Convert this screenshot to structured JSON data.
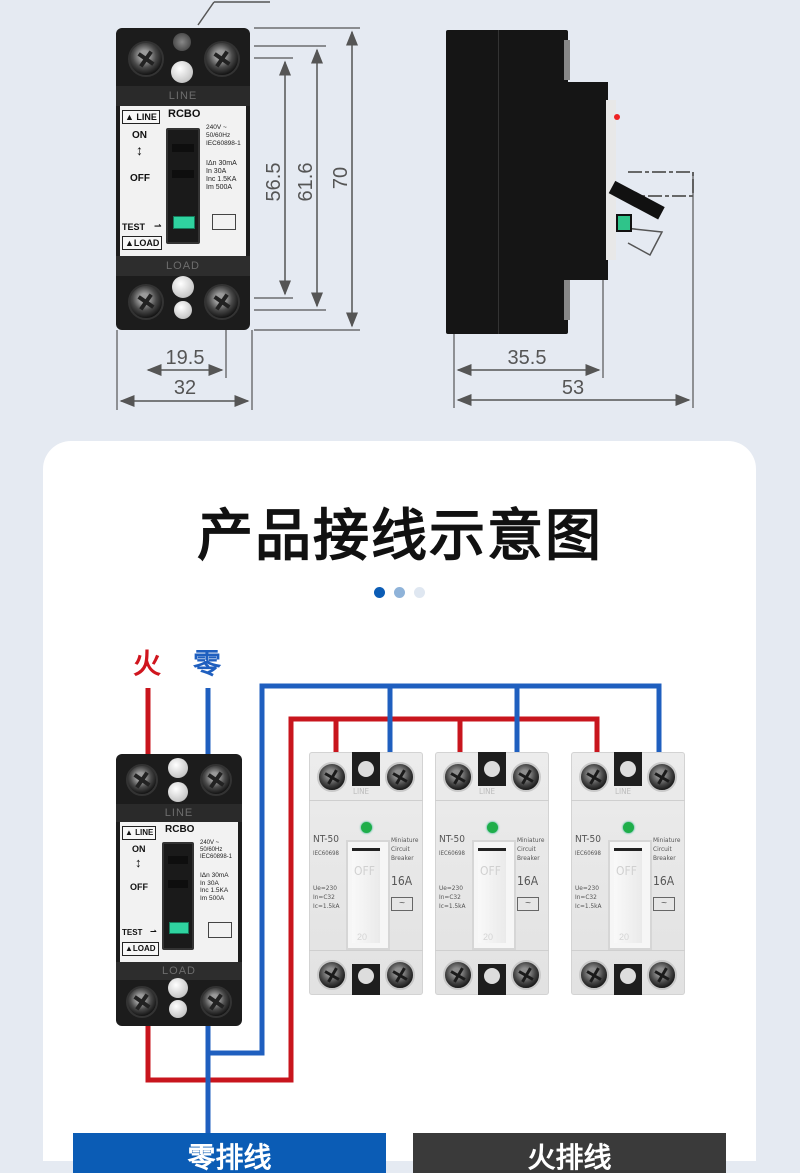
{
  "dimension_drawing": {
    "front_view": {
      "breaker_type": "RCBO",
      "top_band_label": "LINE",
      "bottom_band_label": "LOAD",
      "line_box": "▲ LINE",
      "load_box": "▲LOAD",
      "on_label": "ON",
      "off_label": "OFF",
      "test_label": "TEST",
      "spec_lines": [
        "240V ~",
        "50/60Hz",
        "IEC60898-1"
      ],
      "ratings": [
        {
          "symbol": "IΔn",
          "value": "30mA"
        },
        {
          "symbol": "In",
          "value": "30A"
        },
        {
          "symbol": "Inc",
          "value": "1.5KA"
        },
        {
          "symbol": "Im",
          "value": "500A"
        }
      ],
      "dimensions_mm": {
        "height_inner": "56.5",
        "height_mid": "61.6",
        "height_total": "70",
        "width_inner": "19.5",
        "width_total": "32"
      }
    },
    "side_view": {
      "dimensions_mm": {
        "depth_body": "35.5",
        "depth_total": "53"
      }
    }
  },
  "wiring_section": {
    "title": "产品接线示意图",
    "pagination_dots": [
      {
        "color": "#0b5cb5",
        "active": true
      },
      {
        "color": "#8fb3d9",
        "active": false
      },
      {
        "color": "#dfe7f1",
        "active": false
      }
    ],
    "live_label": "火",
    "neutral_label": "零",
    "live_color": "#d0151e",
    "neutral_color": "#1f5fbf",
    "main_breaker": {
      "type": "RCBO",
      "top_band_label": "LINE",
      "bottom_band_label": "LOAD",
      "line_box": "▲ LINE",
      "load_box": "▲LOAD",
      "on_label": "ON",
      "off_label": "OFF",
      "test_label": "TEST",
      "spec_lines": [
        "240V ~",
        "50/60Hz",
        "IEC60898-1"
      ],
      "ratings": [
        {
          "symbol": "IΔn",
          "value": "30mA"
        },
        {
          "symbol": "In",
          "value": "30A"
        },
        {
          "symbol": "Inc",
          "value": "1.5KA"
        },
        {
          "symbol": "Im",
          "value": "500A"
        }
      ]
    },
    "branch_breakers": [
      {
        "model": "NT-50",
        "standard": "IEC60698",
        "desc": [
          "Miniature",
          "Circuit",
          "Breaker"
        ],
        "rating": "16A",
        "specs": [
          "Ue=230",
          "In=C32",
          "Ic=1.5kA"
        ],
        "lever_text": "OFF",
        "lever_number": "20",
        "top_label": "LINE"
      },
      {
        "model": "NT-50",
        "standard": "IEC60698",
        "desc": [
          "Miniature",
          "Circuit",
          "Breaker"
        ],
        "rating": "16A",
        "specs": [
          "Ue=230",
          "In=C32",
          "Ic=1.5kA"
        ],
        "lever_text": "OFF",
        "lever_number": "20",
        "top_label": "LINE"
      },
      {
        "model": "NT-50",
        "standard": "IEC60698",
        "desc": [
          "Miniature",
          "Circuit",
          "Breaker"
        ],
        "rating": "16A",
        "specs": [
          "Ue=230",
          "In=C32",
          "Ic=1.5kA"
        ],
        "lever_text": "OFF",
        "lever_number": "20",
        "top_label": "LINE"
      }
    ],
    "bottom_tabs": [
      {
        "label": "零排线",
        "color": "#0b5cb5"
      },
      {
        "label": "火排线",
        "color": "#3a3a3a"
      }
    ]
  }
}
